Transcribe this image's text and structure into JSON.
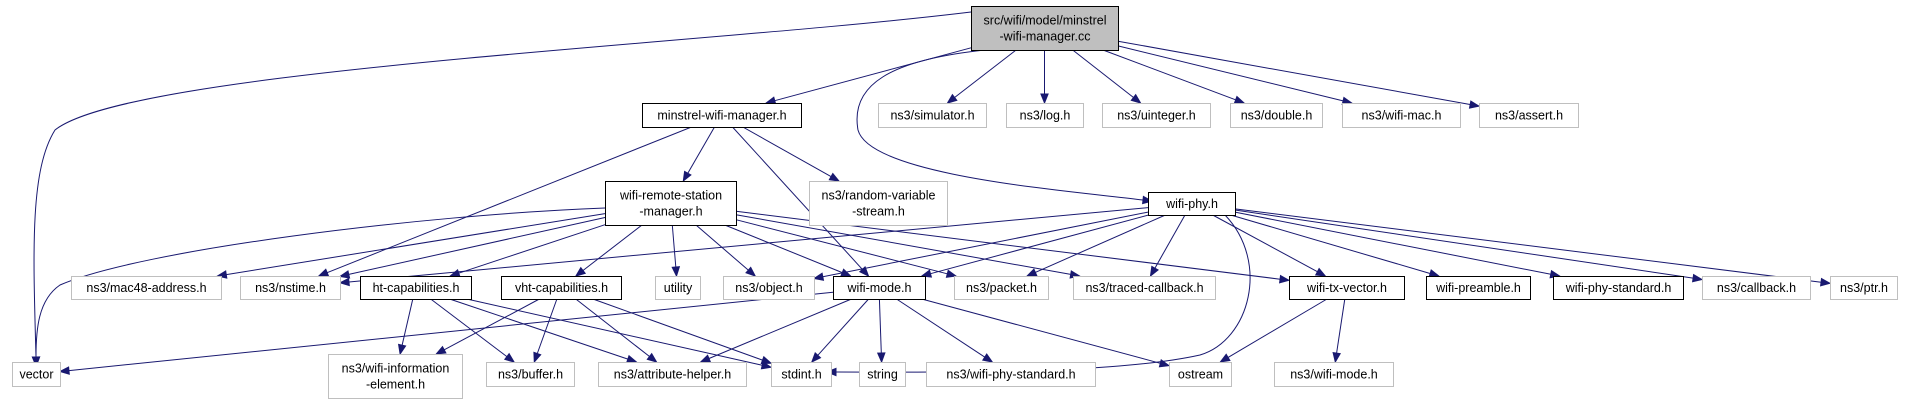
{
  "colors": {
    "edge": "#191970",
    "root_fill": "#bfbfbf",
    "root_border": "#000000",
    "documented_border": "#000000",
    "external_border": "#bfbfbf",
    "node_fill": "#ffffff"
  },
  "nodes": [
    {
      "id": "root",
      "lines": [
        "src/wifi/model/minstrel",
        "-wifi-manager.cc"
      ],
      "kind": "root"
    },
    {
      "id": "minstrel_h",
      "lines": [
        "minstrel-wifi-manager.h"
      ],
      "kind": "documented"
    },
    {
      "id": "simulator",
      "lines": [
        "ns3/simulator.h"
      ],
      "kind": "external"
    },
    {
      "id": "log",
      "lines": [
        "ns3/log.h"
      ],
      "kind": "external"
    },
    {
      "id": "uinteger",
      "lines": [
        "ns3/uinteger.h"
      ],
      "kind": "external"
    },
    {
      "id": "double",
      "lines": [
        "ns3/double.h"
      ],
      "kind": "external"
    },
    {
      "id": "wifimac",
      "lines": [
        "ns3/wifi-mac.h"
      ],
      "kind": "external"
    },
    {
      "id": "assert",
      "lines": [
        "ns3/assert.h"
      ],
      "kind": "external"
    },
    {
      "id": "wrsm",
      "lines": [
        "wifi-remote-station",
        "-manager.h"
      ],
      "kind": "documented"
    },
    {
      "id": "randvar",
      "lines": [
        "ns3/random-variable",
        "-stream.h"
      ],
      "kind": "external"
    },
    {
      "id": "wifiphy",
      "lines": [
        "wifi-phy.h"
      ],
      "kind": "documented"
    },
    {
      "id": "mac48",
      "lines": [
        "ns3/mac48-address.h"
      ],
      "kind": "external"
    },
    {
      "id": "nstime",
      "lines": [
        "ns3/nstime.h"
      ],
      "kind": "external"
    },
    {
      "id": "htcap",
      "lines": [
        "ht-capabilities.h"
      ],
      "kind": "documented"
    },
    {
      "id": "vhtcap",
      "lines": [
        "vht-capabilities.h"
      ],
      "kind": "documented"
    },
    {
      "id": "utility",
      "lines": [
        "utility"
      ],
      "kind": "external"
    },
    {
      "id": "object",
      "lines": [
        "ns3/object.h"
      ],
      "kind": "external"
    },
    {
      "id": "wifimode",
      "lines": [
        "wifi-mode.h"
      ],
      "kind": "documented"
    },
    {
      "id": "packet",
      "lines": [
        "ns3/packet.h"
      ],
      "kind": "external"
    },
    {
      "id": "traced",
      "lines": [
        "ns3/traced-callback.h"
      ],
      "kind": "external"
    },
    {
      "id": "txvector",
      "lines": [
        "wifi-tx-vector.h"
      ],
      "kind": "documented"
    },
    {
      "id": "preamble",
      "lines": [
        "wifi-preamble.h"
      ],
      "kind": "documented"
    },
    {
      "id": "phystd",
      "lines": [
        "wifi-phy-standard.h"
      ],
      "kind": "documented"
    },
    {
      "id": "callback",
      "lines": [
        "ns3/callback.h"
      ],
      "kind": "external"
    },
    {
      "id": "ptr",
      "lines": [
        "ns3/ptr.h"
      ],
      "kind": "external"
    },
    {
      "id": "vector",
      "lines": [
        "vector"
      ],
      "kind": "external"
    },
    {
      "id": "wifiinfo",
      "lines": [
        "ns3/wifi-information",
        "-element.h"
      ],
      "kind": "external"
    },
    {
      "id": "buffer",
      "lines": [
        "ns3/buffer.h"
      ],
      "kind": "external"
    },
    {
      "id": "attrhelper",
      "lines": [
        "ns3/attribute-helper.h"
      ],
      "kind": "external"
    },
    {
      "id": "stdint",
      "lines": [
        "stdint.h"
      ],
      "kind": "external"
    },
    {
      "id": "string",
      "lines": [
        "string"
      ],
      "kind": "external"
    },
    {
      "id": "ns3phystd",
      "lines": [
        "ns3/wifi-phy-standard.h"
      ],
      "kind": "external"
    },
    {
      "id": "ostream",
      "lines": [
        "ostream"
      ],
      "kind": "external"
    },
    {
      "id": "ns3wifimode",
      "lines": [
        "ns3/wifi-mode.h"
      ],
      "kind": "external"
    }
  ],
  "edges": [
    [
      "root",
      "minstrel_h"
    ],
    [
      "root",
      "simulator"
    ],
    [
      "root",
      "log"
    ],
    [
      "root",
      "uinteger"
    ],
    [
      "root",
      "double"
    ],
    [
      "root",
      "wifimac"
    ],
    [
      "root",
      "assert"
    ],
    [
      "root",
      "vector"
    ],
    [
      "root",
      "wifiphy"
    ],
    [
      "minstrel_h",
      "wrsm"
    ],
    [
      "minstrel_h",
      "randvar"
    ],
    [
      "minstrel_h",
      "nstime"
    ],
    [
      "minstrel_h",
      "wifimode"
    ],
    [
      "wrsm",
      "vector"
    ],
    [
      "wrsm",
      "mac48"
    ],
    [
      "wrsm",
      "nstime"
    ],
    [
      "wrsm",
      "htcap"
    ],
    [
      "wrsm",
      "vhtcap"
    ],
    [
      "wrsm",
      "utility"
    ],
    [
      "wrsm",
      "object"
    ],
    [
      "wrsm",
      "wifimode"
    ],
    [
      "wrsm",
      "packet"
    ],
    [
      "wrsm",
      "traced"
    ],
    [
      "wrsm",
      "txvector"
    ],
    [
      "wifiphy",
      "nstime"
    ],
    [
      "wifiphy",
      "object"
    ],
    [
      "wifiphy",
      "wifimode"
    ],
    [
      "wifiphy",
      "packet"
    ],
    [
      "wifiphy",
      "traced"
    ],
    [
      "wifiphy",
      "txvector"
    ],
    [
      "wifiphy",
      "preamble"
    ],
    [
      "wifiphy",
      "phystd"
    ],
    [
      "wifiphy",
      "callback"
    ],
    [
      "wifiphy",
      "ptr"
    ],
    [
      "wifiphy",
      "stdint"
    ],
    [
      "htcap",
      "wifiinfo"
    ],
    [
      "htcap",
      "buffer"
    ],
    [
      "htcap",
      "attrhelper"
    ],
    [
      "htcap",
      "stdint"
    ],
    [
      "vhtcap",
      "wifiinfo"
    ],
    [
      "vhtcap",
      "buffer"
    ],
    [
      "vhtcap",
      "attrhelper"
    ],
    [
      "vhtcap",
      "stdint"
    ],
    [
      "wifimode",
      "vector"
    ],
    [
      "wifimode",
      "attrhelper"
    ],
    [
      "wifimode",
      "stdint"
    ],
    [
      "wifimode",
      "string"
    ],
    [
      "wifimode",
      "ns3phystd"
    ],
    [
      "wifimode",
      "ostream"
    ],
    [
      "txvector",
      "ostream"
    ],
    [
      "txvector",
      "ns3wifimode"
    ]
  ]
}
